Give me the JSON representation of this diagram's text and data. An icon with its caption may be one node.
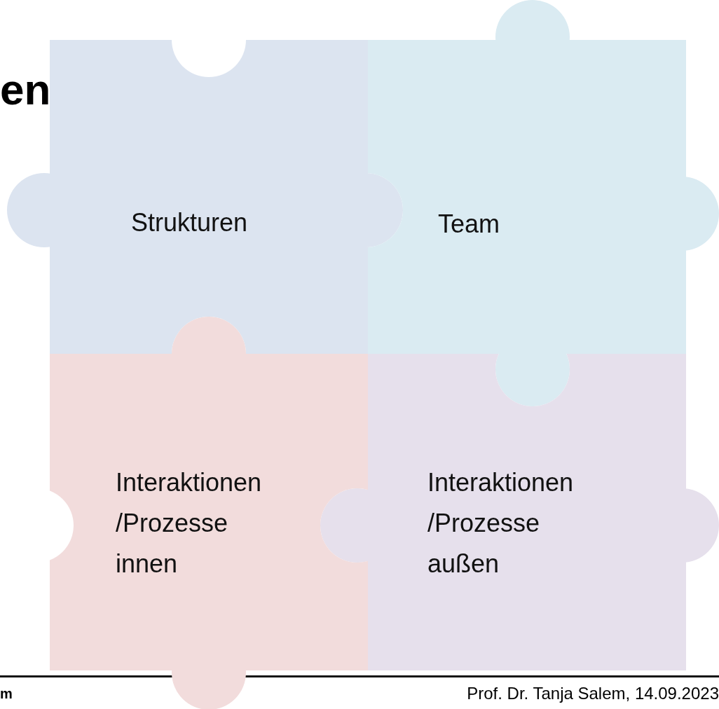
{
  "diagram": {
    "title": "en",
    "nodes": [
      {
        "text": [
          "Strukturen"
        ]
      },
      {
        "text": [
          "Team"
        ]
      },
      {
        "text": [
          "Interaktionen /Prozesse innen"
        ]
      },
      {
        "text": [
          "Interaktionen /Prozesse außen"
        ]
      }
    ],
    "edges": [],
    "labels": [
      "m",
      "Prof. Dr. Tanja Salem, 14.09.2023"
    ]
  }
}
